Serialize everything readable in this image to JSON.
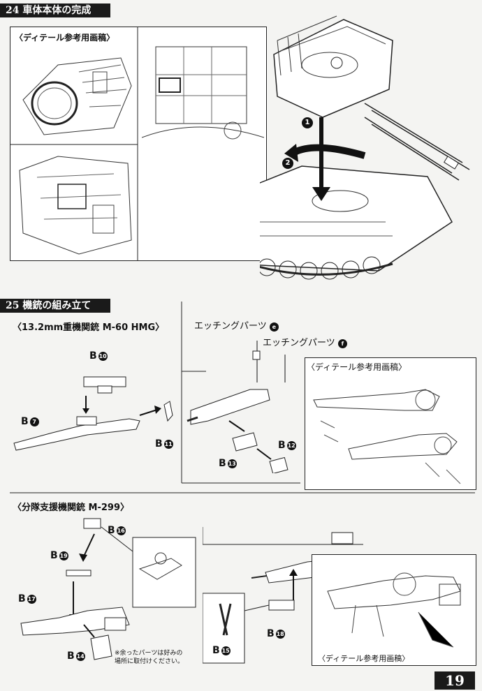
{
  "sections": {
    "top_title": "24 車体本体の完成",
    "gun_title": "25 機銃の組み立て"
  },
  "top": {
    "detail_ref": "〈ディテール参考用画稿〉",
    "step1": "1",
    "step2": "2"
  },
  "hmg": {
    "title": "〈13.2mm重機関銃 M-60 HMG〉",
    "etching_a": "エッチングパーツ",
    "etching_a_badge": "e",
    "etching_b": "エッチングパーツ",
    "etching_b_badge": "f",
    "detail_ref": "〈ディテール参考用画稿〉",
    "parts": [
      {
        "prefix": "B",
        "num": "10"
      },
      {
        "prefix": "B",
        "num": "7"
      },
      {
        "prefix": "B",
        "num": "11"
      },
      {
        "prefix": "B",
        "num": "12"
      },
      {
        "prefix": "B",
        "num": "13"
      }
    ]
  },
  "squad": {
    "title": "〈分隊支援機関銃 M-299〉",
    "detail_ref": "〈ディテール参考用画稿〉",
    "note_line1": "※余ったパーツは好みの",
    "note_line2": "場所に取付けください。",
    "parts": [
      {
        "prefix": "B",
        "num": "16"
      },
      {
        "prefix": "B",
        "num": "19"
      },
      {
        "prefix": "B",
        "num": "17"
      },
      {
        "prefix": "B",
        "num": "14"
      },
      {
        "prefix": "B",
        "num": "18"
      },
      {
        "prefix": "B",
        "num": "15"
      }
    ]
  },
  "page_number": "19"
}
